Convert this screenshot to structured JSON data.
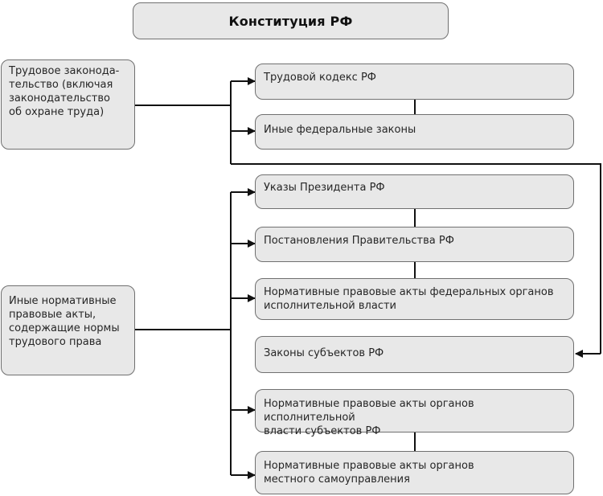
{
  "title": "Конституция РФ",
  "left_boxes": [
    {
      "label": "Трудовое законода-\nтельство (включая\nзаконодательство\nоб охране труда)"
    },
    {
      "label": "Иные нормативные\nправовые акты,\nсодержащие нормы\nтрудового права"
    }
  ],
  "right_boxes": [
    {
      "label": "Трудовой кодекс РФ"
    },
    {
      "label": "Иные федеральные законы"
    },
    {
      "label": "Указы Президента РФ"
    },
    {
      "label": "Постановления Правительства РФ"
    },
    {
      "label": "Нормативные правовые акты федеральных органов\nисполнительной власти"
    },
    {
      "label": "Законы субъектов РФ"
    },
    {
      "label": "Нормативные правовые акты органов исполнительной\nвласти субъектов РФ"
    },
    {
      "label": "Нормативные правовые акты органов\nместного самоуправления"
    }
  ]
}
